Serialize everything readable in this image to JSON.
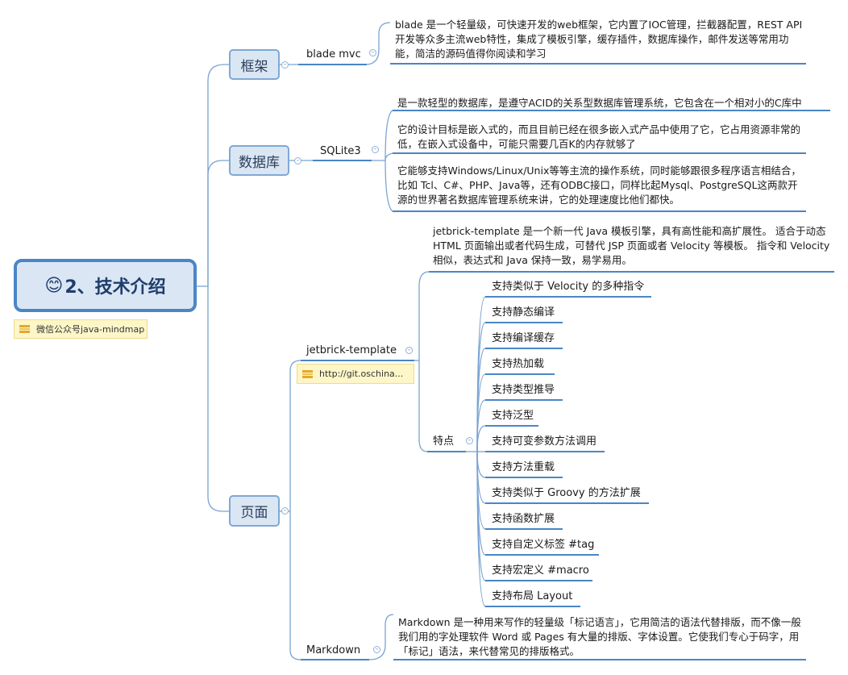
{
  "root": {
    "emoji": "😊",
    "title": "2、技术介绍",
    "note": "微信公众号java-mindmap"
  },
  "branches": {
    "framework": {
      "label": "框架",
      "child": "blade mvc",
      "desc": "blade 是一个轻量级，可快速开发的web框架，它内置了IOC管理，拦截器配置，REST API开发等众多主流web特性，集成了模板引擎，缓存插件，数据库操作，邮件发送等常用功能，简洁的源码值得你阅读和学习"
    },
    "database": {
      "label": "数据库",
      "child": "SQLite3",
      "items": [
        "是一款轻型的数据库，是遵守ACID的关系型数据库管理系统，它包含在一个相对小的C库中",
        "它的设计目标是嵌入式的，而且目前已经在很多嵌入式产品中使用了它，它占用资源非常的低，在嵌入式设备中，可能只需要几百K的内存就够了",
        "它能够支持Windows/Linux/Unix等等主流的操作系统，同时能够跟很多程序语言相结合，比如 Tcl、C#、PHP、Java等，还有ODBC接口，同样比起Mysql、PostgreSQL这两款开源的世界著名数据库管理系统来讲，它的处理速度比他们都快。"
      ]
    },
    "page": {
      "label": "页面",
      "jetbrick": {
        "label": "jetbrick-template",
        "note": "http://git.oschina...",
        "desc": "jetbrick-template 是一个新一代 Java 模板引擎，具有高性能和高扩展性。 适合于动态 HTML 页面输出或者代码生成，可替代 JSP 页面或者 Velocity 等模板。 指令和 Velocity 相似，表达式和 Java 保持一致，易学易用。",
        "features_label": "特点",
        "features": [
          "支持类似于 Velocity 的多种指令",
          "支持静态编译",
          "支持编译缓存",
          "支持热加载",
          "支持类型推导",
          "支持泛型",
          "支持可变参数方法调用",
          "支持方法重载",
          "支持类似于 Groovy 的方法扩展",
          "支持函数扩展",
          "支持自定义标签 #tag",
          "支持宏定义 #macro",
          "支持布局 Layout"
        ]
      },
      "markdown": {
        "label": "Markdown",
        "desc": "Markdown 是一种用来写作的轻量级「标记语言」，它用简洁的语法代替排版，而不像一般我们用的字处理软件 Word 或 Pages 有大量的排版、字体设置。它使我们专心于码字，用「标记」语法，来代替常见的排版格式。"
      }
    }
  },
  "colors": {
    "line": "#6f9bcf",
    "underline": "#4a86c5",
    "root_border": "#4a86c5",
    "branch_fill": "#dbe6f3"
  }
}
